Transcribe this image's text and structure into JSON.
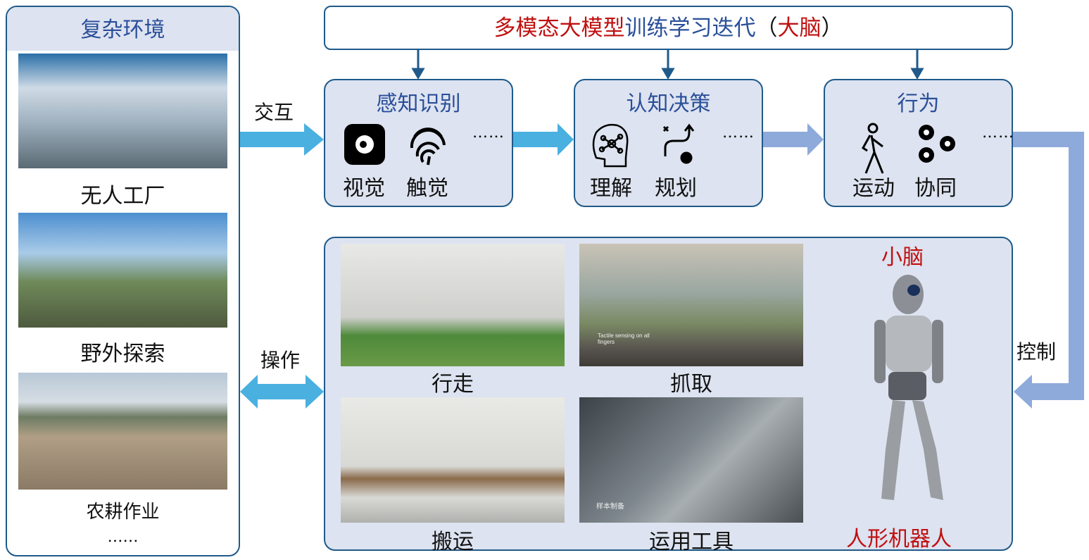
{
  "left_panel": {
    "title": "复杂环境",
    "items": [
      {
        "label": "无人工厂"
      },
      {
        "label": "野外探索"
      },
      {
        "label": "农耕作业"
      }
    ],
    "more": "……"
  },
  "top": {
    "title_red": "多模态大模型",
    "title_blue": "训练学习迭代",
    "paren_open": "（",
    "brain": "大脑",
    "paren_close": "）"
  },
  "stages": [
    {
      "title": "感知识别",
      "items": [
        "视觉",
        "触觉"
      ],
      "icons": [
        "eye-camera-icon",
        "fingerprint-icon"
      ],
      "more": "……"
    },
    {
      "title": "认知决策",
      "items": [
        "理解",
        "规划"
      ],
      "icons": [
        "head-network-icon",
        "route-plan-icon"
      ],
      "more": "……"
    },
    {
      "title": "行为",
      "items": [
        "运动",
        "协同"
      ],
      "icons": [
        "walking-person-icon",
        "gears-icon"
      ],
      "more": "……"
    }
  ],
  "edges": {
    "interact": "交互",
    "operate": "操作",
    "control": "控制"
  },
  "bottom": {
    "cerebellum": "小脑",
    "robot": "人形机器人",
    "tasks": [
      "行走",
      "抓取",
      "搬运",
      "运用工具"
    ],
    "grab_caption": "Tactile sensing on all fingers",
    "tool_caption": "样本制备"
  },
  "colors": {
    "border": "#1f5a8a",
    "fill": "#dde3f0",
    "cyan": "#4ab0e0",
    "lavender": "#8eaadb",
    "red": "#c01010",
    "blue": "#2a4f9a"
  }
}
